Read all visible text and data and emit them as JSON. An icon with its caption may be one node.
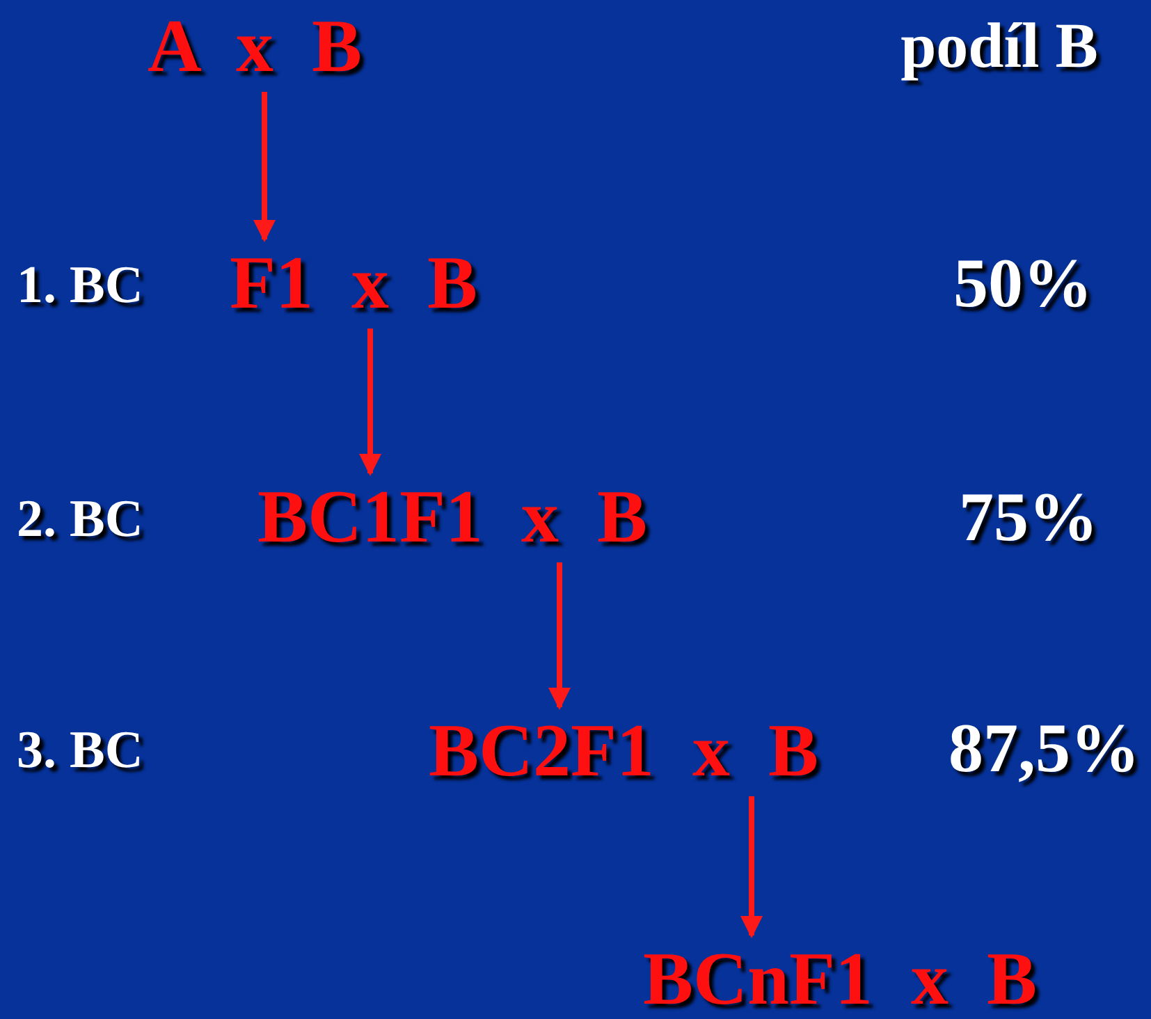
{
  "diagram": {
    "nodes": [
      {
        "text": [
          "A x B"
        ]
      },
      {
        "text": [
          "F1 x B"
        ]
      },
      {
        "text": [
          "BC1F1 x B"
        ]
      },
      {
        "text": [
          "BC2F1 x B"
        ]
      },
      {
        "text": [
          "BCnF1 x B"
        ]
      }
    ],
    "edges": [
      {
        "from": 0,
        "to": 1,
        "arrow": "to"
      },
      {
        "from": 1,
        "to": 2,
        "arrow": "to"
      },
      {
        "from": 2,
        "to": 3,
        "arrow": "to"
      },
      {
        "from": 3,
        "to": 4,
        "arrow": "to"
      }
    ],
    "labels": [
      "podíl B",
      "1. BC",
      "50%",
      "2. BC",
      "75%",
      "3. BC",
      "87,5%"
    ]
  }
}
